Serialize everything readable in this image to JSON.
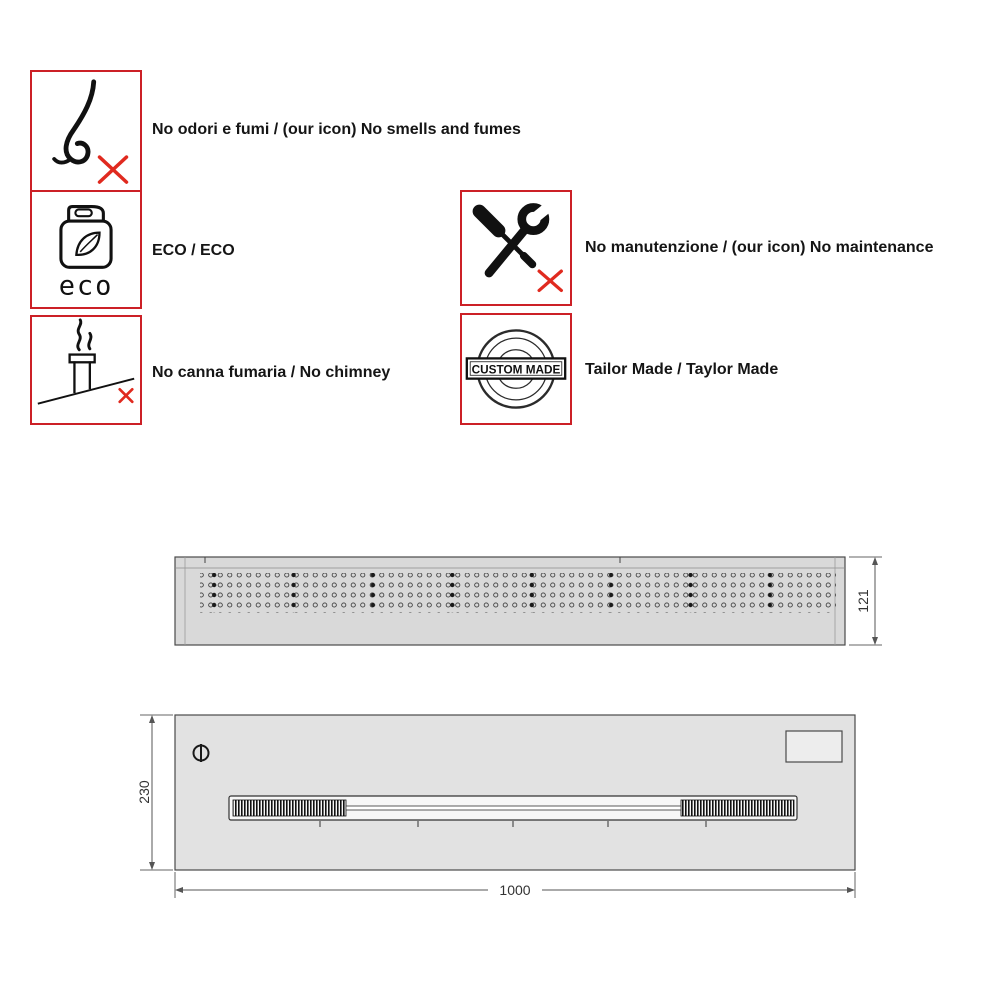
{
  "features": [
    {
      "icon": "nose-icon",
      "label": "No odori e fumi / (our icon) No smells and fumes"
    },
    {
      "icon": "eco-jerrycan-icon",
      "label": "ECO / ECO",
      "eco_text": "eco"
    },
    {
      "icon": "tools-icon",
      "label": "No manutenzione / (our icon) No maintenance"
    },
    {
      "icon": "chimney-icon",
      "label": "No canna fumaria / No chimney"
    },
    {
      "icon": "custom-made-stamp-icon",
      "label": "Tailor Made / Taylor Made",
      "stamp_text": "CUSTOM MADE"
    }
  ],
  "drawing": {
    "depth_mm": "121",
    "height_mm": "230",
    "width_mm": "1000"
  },
  "colors": {
    "accent_red": "#cc2026",
    "cross_red": "#e02a1f",
    "line_gray": "#4a4a4a",
    "fill_gray": "#dcdcdc"
  }
}
